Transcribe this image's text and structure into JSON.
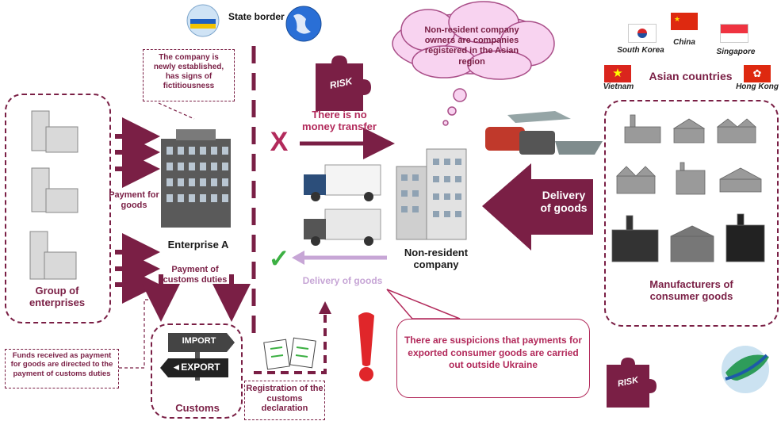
{
  "state_border": "State border",
  "cloud_text": "Non-resident company owners are companies registered in the Asian region",
  "fictitious_note": "The company is newly established, has signs of fictitiousness",
  "group_label": "Group of enterprises",
  "payment_goods": "Payment for goods",
  "enterprise_a": "Enterprise A",
  "payment_customs": "Payment of customs duties",
  "no_money_transfer": "There is no money transfer",
  "delivery_left": "Delivery of goods",
  "delivery_right": "Delivery of goods",
  "nonresident": "Non-resident company",
  "manufacturers": "Manufacturers of consumer goods",
  "asian_countries": "Asian countries",
  "countries": {
    "south_korea": "South Korea",
    "china": "China",
    "singapore": "Singapore",
    "vietnam": "Vietnam",
    "hong_kong": "Hong Kong"
  },
  "funds_note": "Funds received as payment for goods are directed to the payment of customs duties",
  "customs_label": "Customs",
  "sign_import": "IMPORT",
  "sign_export": "◄EXPORT",
  "registration": "Registration of the customs declaration",
  "suspicion": "There are suspicions that payments for exported consumer goods are carried out outside Ukraine",
  "risk": "RISK",
  "x_mark": "X",
  "check_mark": "✓",
  "exclamation": "!",
  "colors": {
    "maroon": "#7a1f45",
    "lavender": "#c7a6d6",
    "cloud": "#f8d3f0",
    "green": "#3cb043",
    "red": "#e0262a"
  }
}
